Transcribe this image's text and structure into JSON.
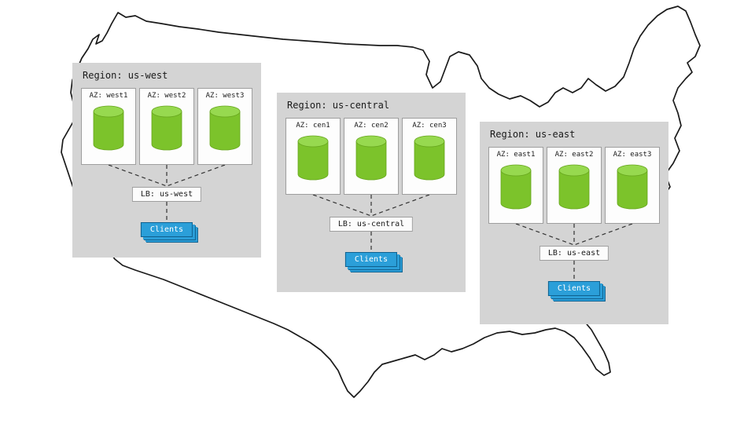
{
  "colors": {
    "green": "#7cc32b",
    "green_light": "#97d94f",
    "blue": "#2b9fd9",
    "blue_dark": "#10618f",
    "region_bg": "#d4d4d4",
    "line": "#1a1a1a"
  },
  "map_icon": "us-map-outline",
  "database_icon": "green-database-cylinder",
  "regions": [
    {
      "title": "Region: us-west",
      "azs": [
        "AZ: west1",
        "AZ: west2",
        "AZ: west3"
      ],
      "lb": "LB: us-west",
      "clients": "Clients"
    },
    {
      "title": "Region: us-central",
      "azs": [
        "AZ: cen1",
        "AZ: cen2",
        "AZ: cen3"
      ],
      "lb": "LB: us-central",
      "clients": "Clients"
    },
    {
      "title": "Region: us-east",
      "azs": [
        "AZ: east1",
        "AZ: east2",
        "AZ: east3"
      ],
      "lb": "LB: us-east",
      "clients": "Clients"
    }
  ]
}
